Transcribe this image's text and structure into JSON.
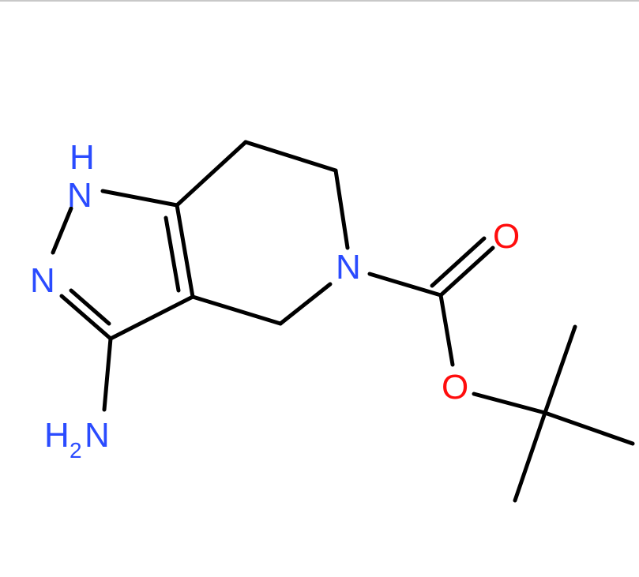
{
  "molecule": {
    "atoms": {
      "nh": {
        "symbol": "N",
        "hydrogen": "H",
        "color": "#2a4bff"
      },
      "n2": {
        "symbol": "N",
        "color": "#2a4bff"
      },
      "n_ring": {
        "symbol": "N",
        "color": "#2a4bff"
      },
      "o_carbonyl": {
        "symbol": "O",
        "color": "#ff0d0d"
      },
      "o_ester": {
        "symbol": "O",
        "color": "#ff0d0d"
      },
      "amine": {
        "h": "H",
        "sub": "2",
        "n": "N",
        "color": "#2a4bff"
      }
    },
    "bond_color": "#000000"
  }
}
